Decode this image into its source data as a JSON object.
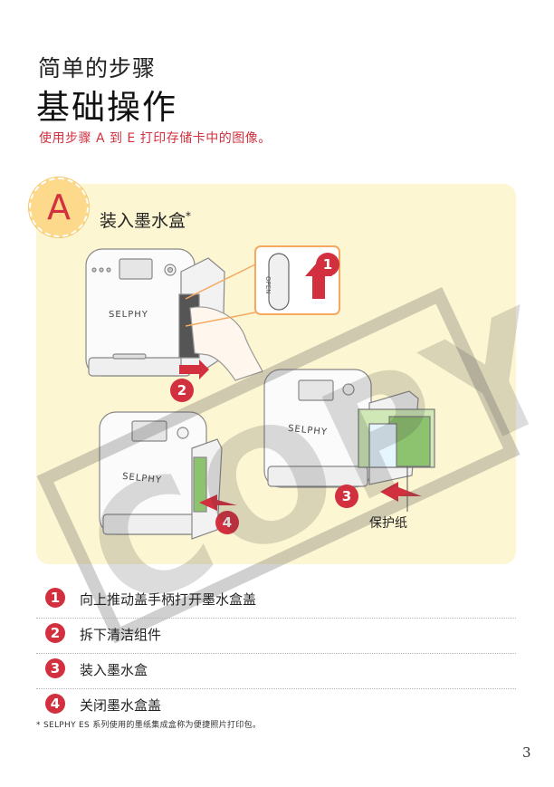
{
  "header": {
    "subtitle": "简单的步骤",
    "title": "基础操作",
    "intro": "使用步骤 A 到 E 打印存储卡中的图像。"
  },
  "section": {
    "badge": "A",
    "title": "装入墨水盒",
    "title_mark": "*"
  },
  "illustration": {
    "printer_brand": "SELPHY",
    "lever_text": "OPEN",
    "callouts": [
      "1",
      "2",
      "3",
      "4"
    ],
    "paper_label": "保护纸",
    "watermark": "COPY"
  },
  "steps": [
    {
      "num": "1",
      "text": "向上推动盖手柄打开墨水盒盖"
    },
    {
      "num": "2",
      "text": "拆下清洁组件"
    },
    {
      "num": "3",
      "text": "装入墨水盒"
    },
    {
      "num": "4",
      "text": "关闭墨水盒盖"
    }
  ],
  "footnote": "* SELPHY ES 系列使用的墨纸集成盒称为便捷照片打印包。",
  "page_number": "3",
  "colors": {
    "accent_red": "#d2303f",
    "panel_bg": "#fdf6d2",
    "badge_bg": "#fcd98b"
  }
}
